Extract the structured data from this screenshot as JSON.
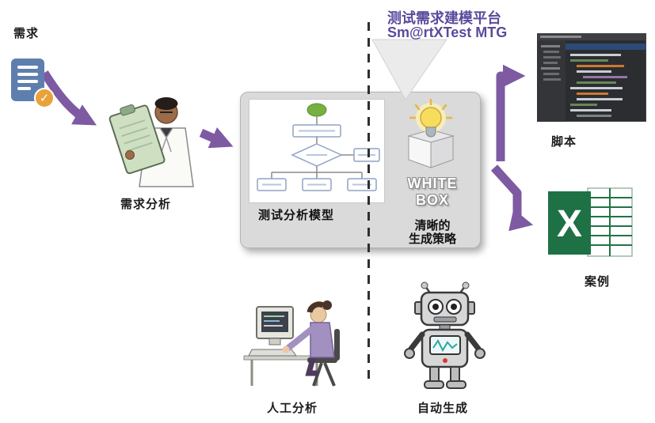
{
  "colors": {
    "accent_purple": "#7e5aa2",
    "title_purple": "#5b4a9d",
    "doc_blue": "#5e7fae",
    "check_orange": "#e9a23b",
    "box_gray": "#dadada",
    "excel_green": "#1e7145"
  },
  "nodes": {
    "requirement": {
      "label": "需求"
    },
    "requirement_analysis": {
      "label": "需求分析"
    },
    "model": {
      "label": "测试分析模型"
    },
    "platform": {
      "title": "测试需求建模平台",
      "subtitle": "Sm@rtXTest MTG"
    },
    "white_box": {
      "line1": "WHITE",
      "line2": "BOX"
    },
    "strategy": {
      "line1": "清晰的",
      "line2": "生成策略"
    },
    "script": {
      "label": "脚本"
    },
    "cases": {
      "label": "案例",
      "logo_letter": "X"
    },
    "manual": {
      "label": "人工分析"
    },
    "auto": {
      "label": "自动生成"
    }
  },
  "icons": {
    "check": "✓"
  }
}
